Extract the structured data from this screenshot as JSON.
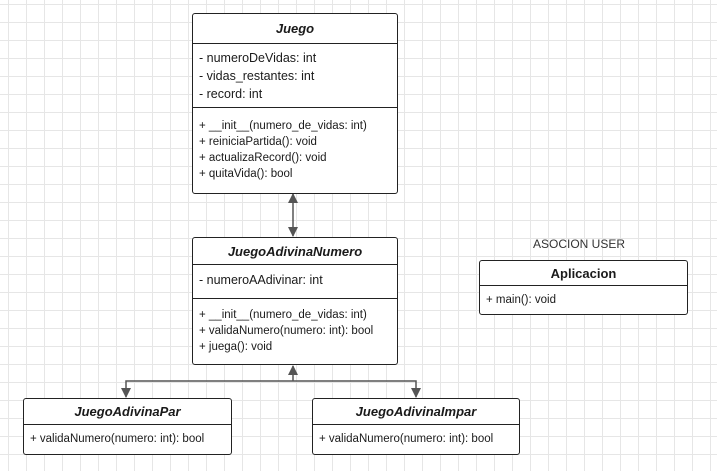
{
  "classes": {
    "juego": {
      "name": "Juego",
      "attributes": [
        "- numeroDeVidas: int",
        "- vidas_restantes: int",
        "- record: int"
      ],
      "methods": [
        "+ __init__(numero_de_vidas: int)",
        "+ reiniciaPartida(): void",
        "+ actualizaRecord(): void",
        "+ quitaVida(): bool"
      ]
    },
    "juego_adivina_numero": {
      "name": "JuegoAdivinaNumero",
      "attributes": [
        "- numeroAAdivinar: int"
      ],
      "methods": [
        "+ __init__(numero_de_vidas: int)",
        "+ validaNumero(numero: int): bool",
        "+ juega(): void"
      ]
    },
    "aplicacion": {
      "name": "Aplicacion",
      "methods": [
        "+ main(): void"
      ]
    },
    "juego_adivina_par": {
      "name": "JuegoAdivinaPar",
      "methods": [
        "+ validaNumero(numero: int): bool"
      ]
    },
    "juego_adivina_impar": {
      "name": "JuegoAdivinaImpar",
      "methods": [
        "+ validaNumero(numero: int): bool"
      ]
    }
  },
  "labels": {
    "association": "ASOCION USER"
  },
  "colors": {
    "line": "#555555",
    "border": "#222222",
    "grid": "#e6e6e6"
  }
}
